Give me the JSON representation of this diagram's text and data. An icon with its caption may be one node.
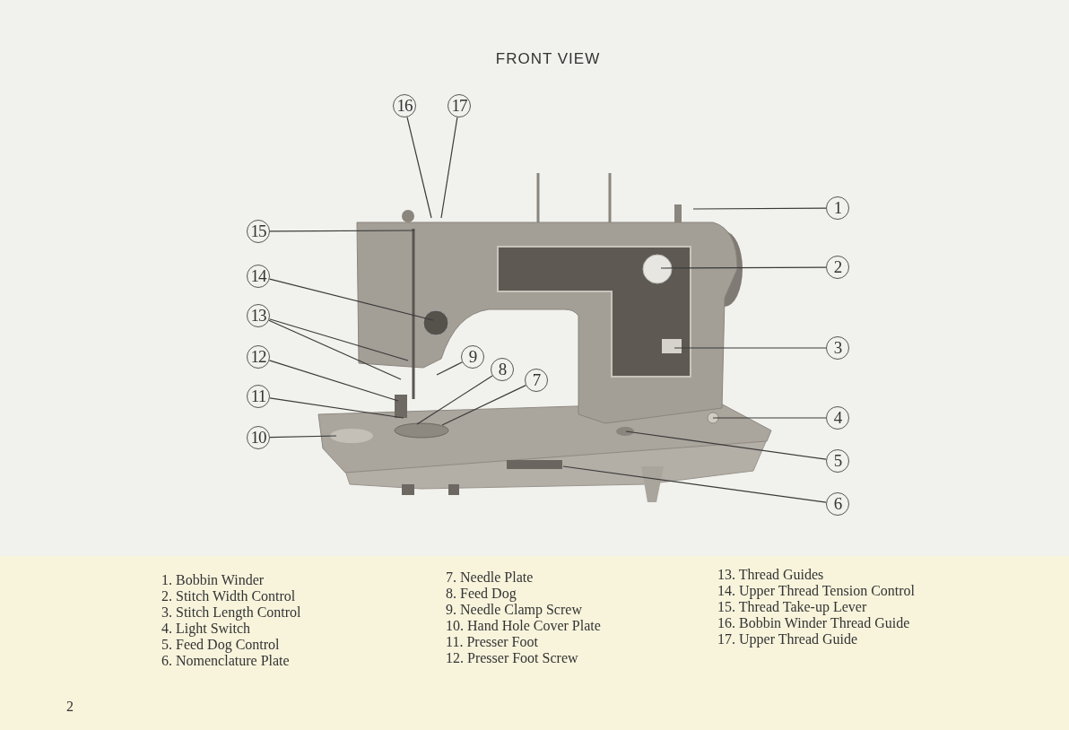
{
  "diagram": {
    "title": "FRONT VIEW",
    "nodes": [
      {
        "text": [
          "16"
        ]
      },
      {
        "text": [
          "17"
        ]
      },
      {
        "text": [
          "1"
        ]
      },
      {
        "text": [
          "15"
        ]
      },
      {
        "text": [
          "2"
        ]
      },
      {
        "text": [
          "14"
        ]
      },
      {
        "text": [
          "13"
        ]
      },
      {
        "text": [
          "3"
        ]
      },
      {
        "text": [
          "12"
        ]
      },
      {
        "text": [
          "9"
        ]
      },
      {
        "text": [
          "8"
        ]
      },
      {
        "text": [
          "7"
        ]
      },
      {
        "text": [
          "11"
        ]
      },
      {
        "text": [
          "4"
        ]
      },
      {
        "text": [
          "10"
        ]
      },
      {
        "text": [
          "5"
        ]
      },
      {
        "text": [
          "6"
        ]
      }
    ],
    "edges": [
      {
        "from": 0,
        "to": null,
        "arrow": "none"
      },
      {
        "from": 1,
        "to": null,
        "arrow": "none"
      },
      {
        "from": 2,
        "to": null,
        "arrow": "none"
      },
      {
        "from": 3,
        "to": null,
        "arrow": "none"
      },
      {
        "from": 4,
        "to": null,
        "arrow": "none"
      },
      {
        "from": 5,
        "to": null,
        "arrow": "none"
      },
      {
        "from": 6,
        "to": null,
        "arrow": "none"
      },
      {
        "from": 6,
        "to": null,
        "arrow": "none"
      },
      {
        "from": 7,
        "to": null,
        "arrow": "none"
      },
      {
        "from": 8,
        "to": null,
        "arrow": "none"
      },
      {
        "from": 9,
        "to": null,
        "arrow": "none"
      },
      {
        "from": 10,
        "to": null,
        "arrow": "none"
      },
      {
        "from": 11,
        "to": null,
        "arrow": "none"
      },
      {
        "from": 12,
        "to": null,
        "arrow": "none"
      },
      {
        "from": 13,
        "to": null,
        "arrow": "none"
      },
      {
        "from": 14,
        "to": null,
        "arrow": "none"
      },
      {
        "from": 15,
        "to": null,
        "arrow": "none"
      },
      {
        "from": 16,
        "to": null,
        "arrow": "none"
      }
    ],
    "labels": [
      "1. Bobbin Winder",
      "2. Stitch Width Control",
      "3. Stitch Length Control",
      "4. Light Switch",
      "5. Feed Dog Control",
      "6. Nomenclature Plate",
      "7. Needle Plate",
      "8. Feed Dog",
      "9. Needle Clamp Screw",
      "10. Hand Hole Cover Plate",
      "11. Presser Foot",
      "12. Presser Foot Screw",
      "13. Thread Guides",
      "14. Upper Thread Tension Control",
      "15. Thread Take-up Lever",
      "16. Bobbin Winder Thread Guide",
      "17. Upper Thread Guide",
      "2"
    ]
  }
}
